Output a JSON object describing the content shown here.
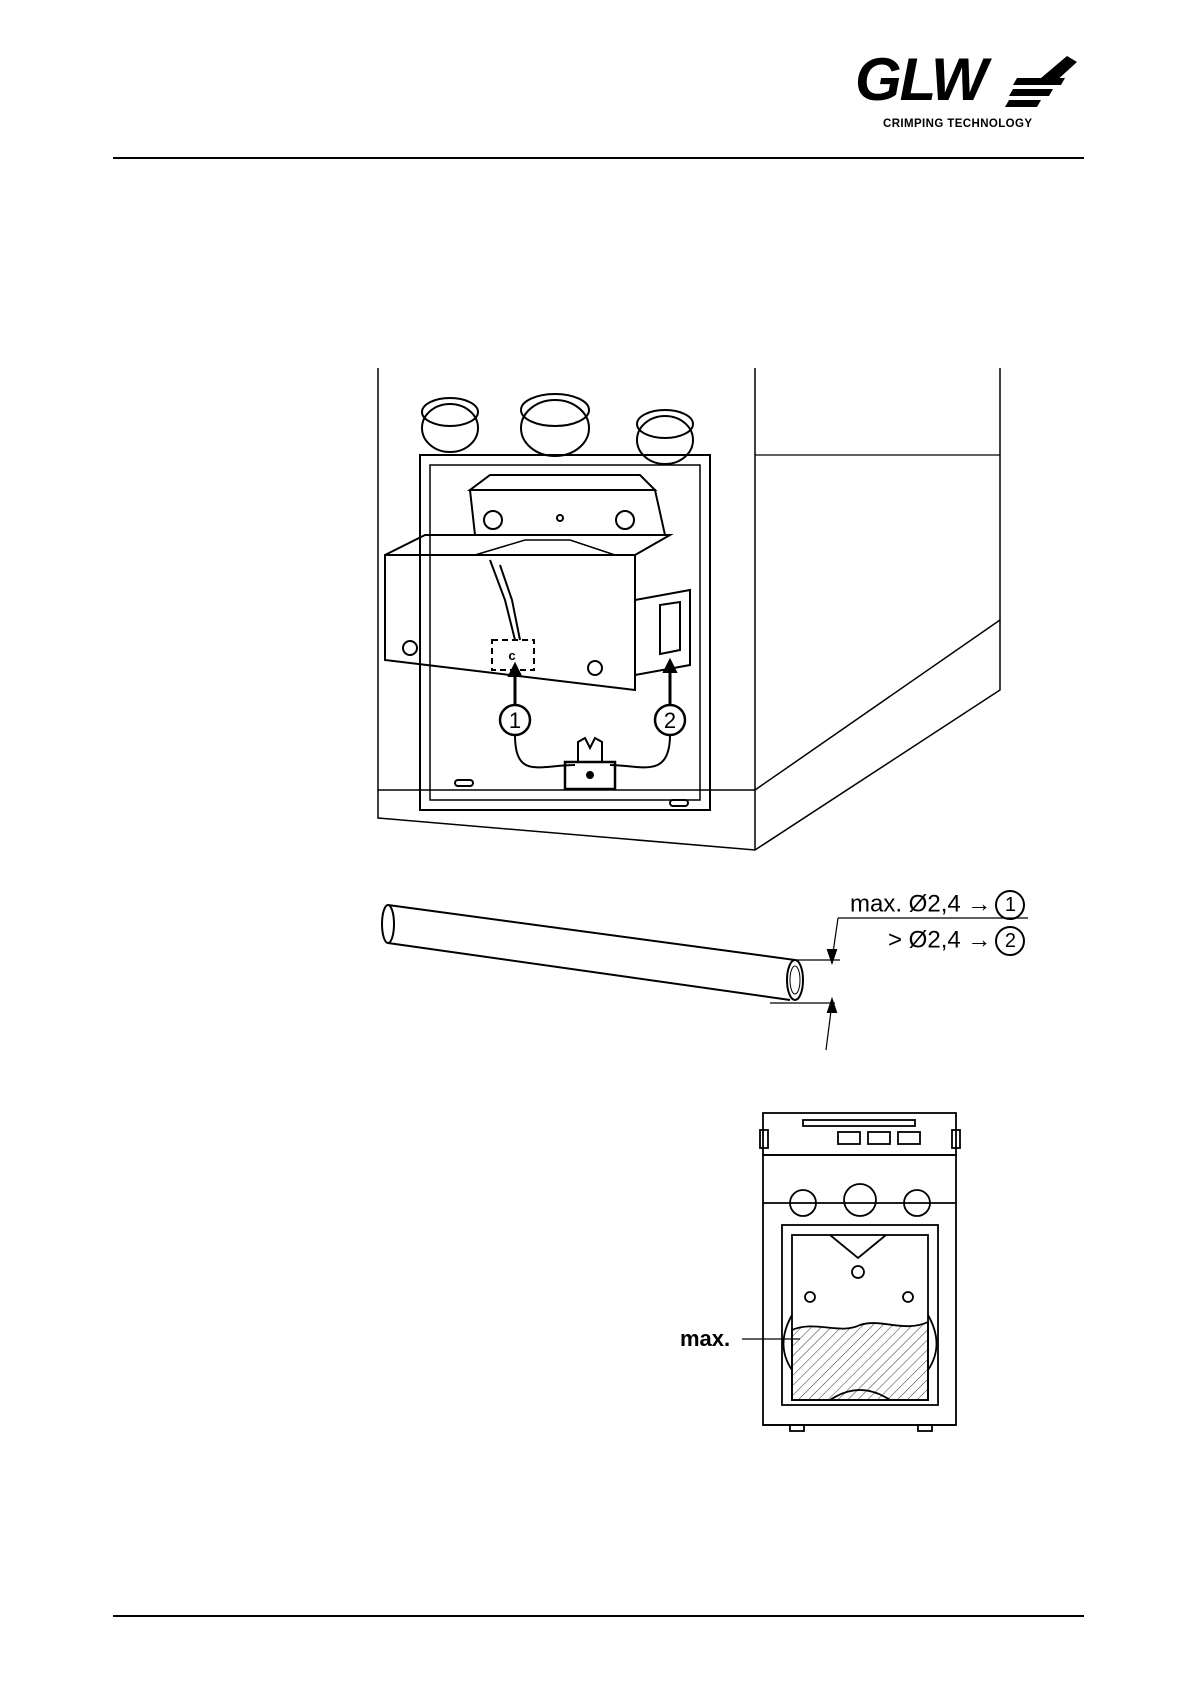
{
  "header": {
    "logo_text": "GLW",
    "logo_tagline": "CRIMPING TECHNOLOGY"
  },
  "figure_main": {
    "callout_1": "1",
    "callout_2": "2",
    "insert_letter": "c"
  },
  "figure_cable": {
    "line_1_text": "max. Ø2,4 →",
    "line_1_ref": "1",
    "line_2_text": "> Ø2,4 →",
    "line_2_ref": "2"
  },
  "figure_front": {
    "max_label": "max."
  }
}
